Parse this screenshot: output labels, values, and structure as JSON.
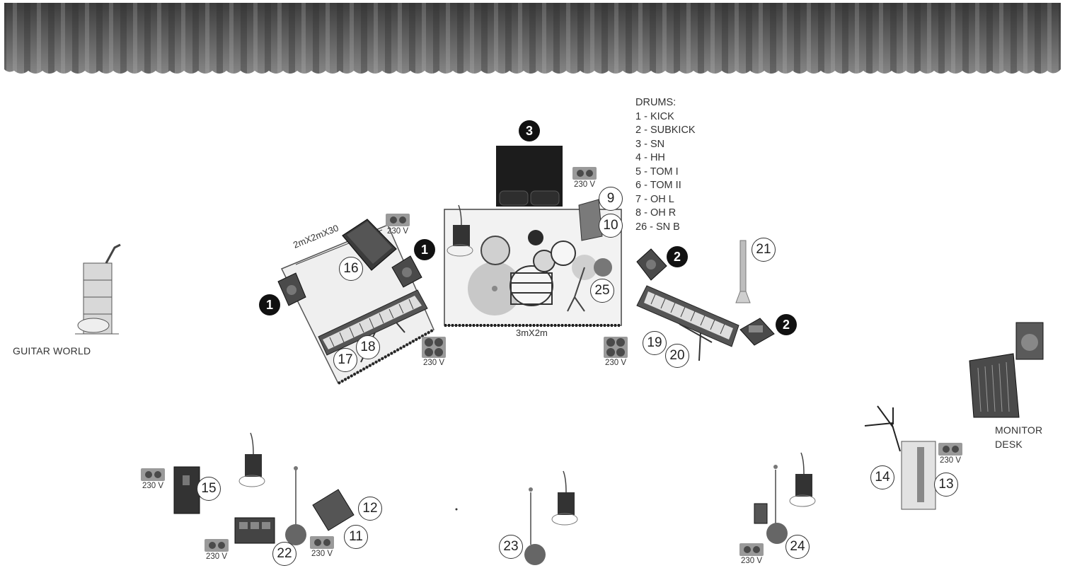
{
  "drums_legend": {
    "title": "DRUMS:",
    "items": [
      "1 - KICK",
      "2 - SUBKICK",
      "3 - SN",
      "4 - HH",
      "5 - TOM I",
      "6 - TOM II",
      "7 - OH L",
      "8 - OH R",
      "26 - SN B"
    ]
  },
  "labels": {
    "guitar_world": "GUITAR WORLD",
    "monitor_desk_line1": "MONITOR",
    "monitor_desk_line2": "DESK",
    "riser_left_size": "2mX2mX30",
    "riser_drum_size": "3mX2m"
  },
  "outlet_label": "230 V",
  "monitor_markers": [
    "1",
    "1",
    "2",
    "2",
    "3"
  ],
  "positions": [
    "9",
    "10",
    "11",
    "12",
    "13",
    "14",
    "15",
    "16",
    "17",
    "18",
    "19",
    "20",
    "21",
    "22",
    "23",
    "24",
    "25"
  ],
  "colors": {
    "curtain": "#6e6e6e",
    "equipment": "#333333",
    "riser": "#efefef"
  }
}
